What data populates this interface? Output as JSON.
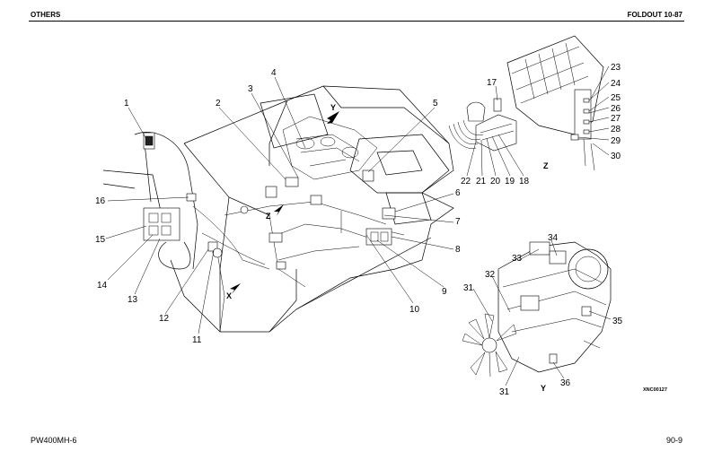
{
  "header": {
    "left": "OTHERS",
    "right": "FOLDOUT 10-87"
  },
  "footer": {
    "left": "PW400MH-6",
    "right": "90-9"
  },
  "figure_code": "XNC00127",
  "view_labels": {
    "x": "X",
    "y": "Y",
    "z": "Z",
    "z_detail": "Z",
    "y_detail": "Y"
  },
  "callouts": {
    "c1": "1",
    "c2": "2",
    "c3": "3",
    "c4": "4",
    "c5": "5",
    "c6": "6",
    "c7": "7",
    "c8": "8",
    "c9": "9",
    "c10": "10",
    "c11": "11",
    "c12": "12",
    "c13": "13",
    "c14": "14",
    "c15": "15",
    "c16": "16",
    "c17": "17",
    "c18": "18",
    "c19": "19",
    "c20": "20",
    "c21": "21",
    "c22": "22",
    "c23": "23",
    "c24": "24",
    "c25": "25",
    "c26": "26",
    "c27": "27",
    "c28": "28",
    "c29": "29",
    "c30": "30",
    "c31a": "31",
    "c31b": "31",
    "c32": "32",
    "c33": "33",
    "c34": "34",
    "c35": "35",
    "c36": "36"
  }
}
